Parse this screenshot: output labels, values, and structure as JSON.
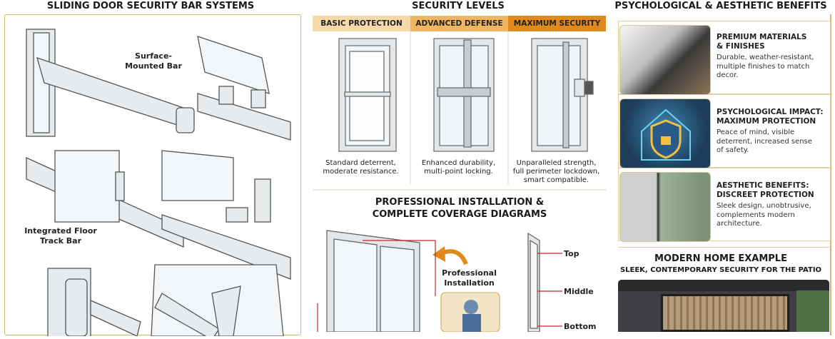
{
  "left": {
    "title": "SLIDING DOOR SECURITY BAR SYSTEMS",
    "surface_label": "Surface-\nMounted Bar",
    "floor_label": "Integrated Floor\nTrack Bar"
  },
  "levels": {
    "title": "SECURITY LEVELS",
    "items": [
      {
        "label": "BASIC PROTECTION",
        "desc": "Standard deterrent,\nmoderate resistance.",
        "color": "#f6d9a8"
      },
      {
        "label": "ADVANCED DEFENSE",
        "desc": "Enhanced durability,\nmulti-point locking.",
        "color": "#f0b560"
      },
      {
        "label": "MAXIMUM SECURITY",
        "desc": "Unparalleled strength,\nfull perimeter lockdown,\nsmart compatible.",
        "color": "#e08a1e"
      }
    ]
  },
  "install": {
    "title": "PROFESSIONAL INSTALLATION &\nCOMPLETE COVERAGE DIAGRAMS",
    "pro_label": "Professional\nInstallation",
    "points": [
      "Top",
      "Middle",
      "Bottom"
    ]
  },
  "benefits": {
    "title": "PSYCHOLOGICAL & AESTHETIC BENEFITS",
    "cards": [
      {
        "title": "PREMIUM MATERIALS\n& FINISHES",
        "desc": "Durable, weather-resistant,\nmultiple finishes to match\ndecor."
      },
      {
        "title": "PSYCHOLOGICAL IMPACT:\nMAXIMUM PROTECTION",
        "desc": "Peace of mind, visible\ndeterrent, increased sense\nof safety."
      },
      {
        "title": "AESTHETIC BENEFITS:\nDISCREET PROTECTION",
        "desc": "Sleek design, unobtrusive,\ncomplements modern\narchitecture."
      }
    ]
  },
  "home": {
    "title": "MODERN HOME EXAMPLE",
    "subtitle": "SLEEK, CONTEMPORARY SECURITY FOR THE PATIO"
  },
  "colors": {
    "gold": "#d9b56a",
    "accent": "#e08a1e",
    "red": "#c0282a"
  }
}
